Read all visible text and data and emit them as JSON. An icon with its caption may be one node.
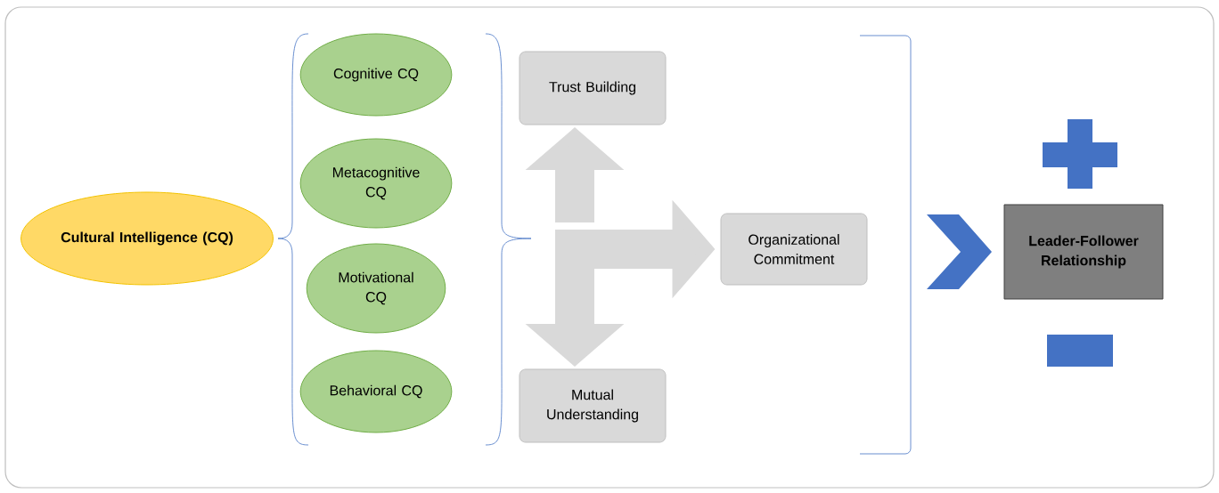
{
  "diagram": {
    "nodes": [
      {
        "text": [
          "Cultural Intelligence (CQ)"
        ]
      },
      {
        "text": [
          "Cognitive CQ"
        ]
      },
      {
        "text": [
          "Metacognitive CQ"
        ]
      },
      {
        "text": [
          "Motivational CQ"
        ]
      },
      {
        "text": [
          "Behavioral CQ"
        ]
      },
      {
        "text": [
          "Trust Building"
        ]
      },
      {
        "text": [
          "Mutual Understanding"
        ]
      },
      {
        "text": [
          "Organizational Commitment"
        ]
      },
      {
        "text": [
          "Leader-Follower Relationship"
        ]
      }
    ],
    "edges": [
      {
        "from": null,
        "to": 5,
        "arrow": "to"
      },
      {
        "from": null,
        "to": 6,
        "arrow": "to"
      },
      {
        "from": null,
        "to": 7,
        "arrow": "to"
      },
      {
        "from": 7,
        "to": 8,
        "arrow": "to",
        "color": "#4472c4"
      }
    ]
  }
}
